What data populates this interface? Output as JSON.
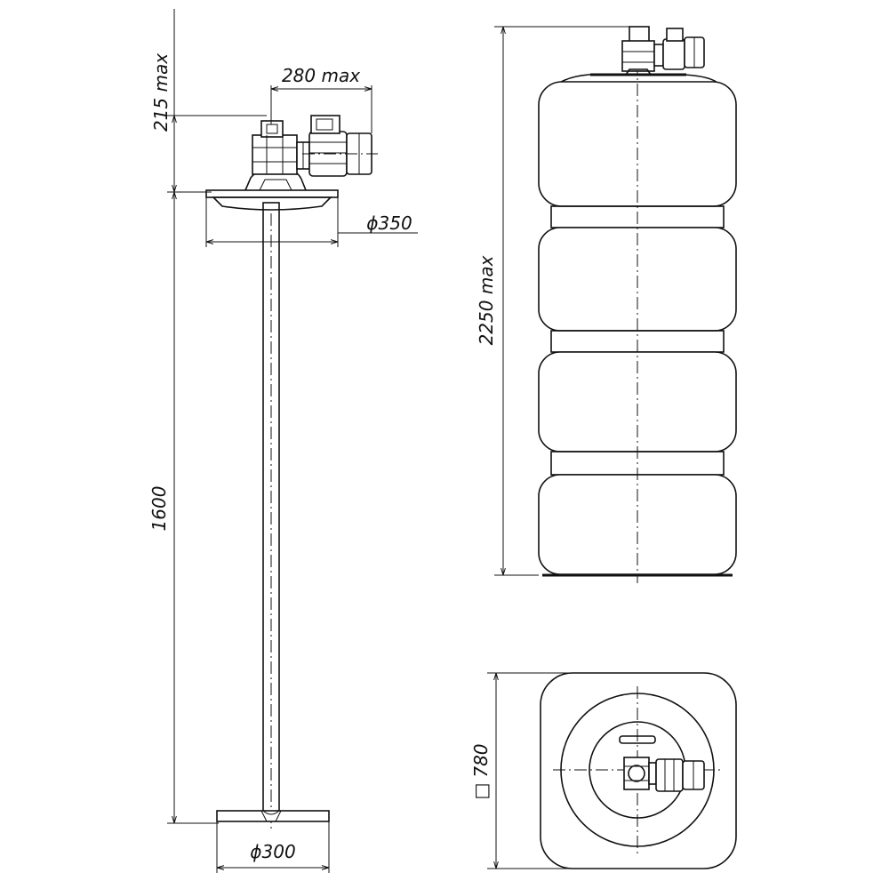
{
  "colors": {
    "line": "#111111",
    "background": "#ffffff"
  },
  "dimensions": {
    "motor_height": "215 max",
    "motor_width": "280 max",
    "flange_diameter": "350",
    "shaft_length": "1600",
    "impeller_diameter": "300",
    "tank_height": "2250 max",
    "tank_base": "780"
  },
  "symbols": {
    "diameter": "ϕ",
    "square": "□"
  }
}
